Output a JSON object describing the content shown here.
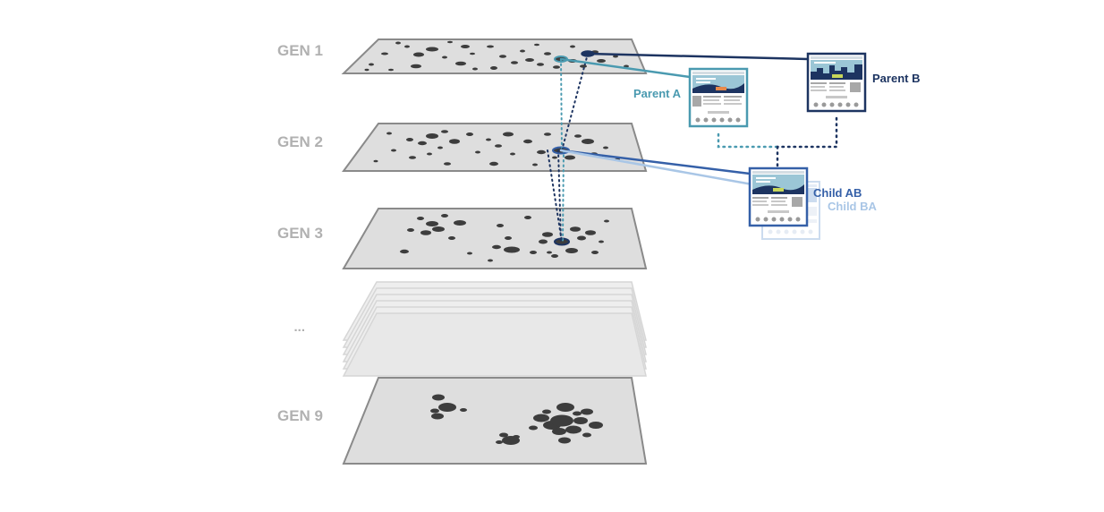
{
  "generations": [
    {
      "label": "GEN 1"
    },
    {
      "label": "GEN 2"
    },
    {
      "label": "GEN 3"
    },
    {
      "label": "..."
    },
    {
      "label": "GEN 9"
    }
  ],
  "designs": {
    "parent_a": {
      "label": "Parent A",
      "color": "#4a9ab0"
    },
    "parent_b": {
      "label": "Parent B",
      "color": "#1d3461"
    },
    "child_ab": {
      "label": "Child AB",
      "color": "#3560a8"
    },
    "child_ba": {
      "label": "Child BA",
      "color": "#a9c6e6"
    }
  },
  "colors": {
    "plane_fill": "#dedede",
    "plane_stroke": "#8a8a8a",
    "dot": "#3d3d3d",
    "label_gray": "#b1b1b1"
  }
}
